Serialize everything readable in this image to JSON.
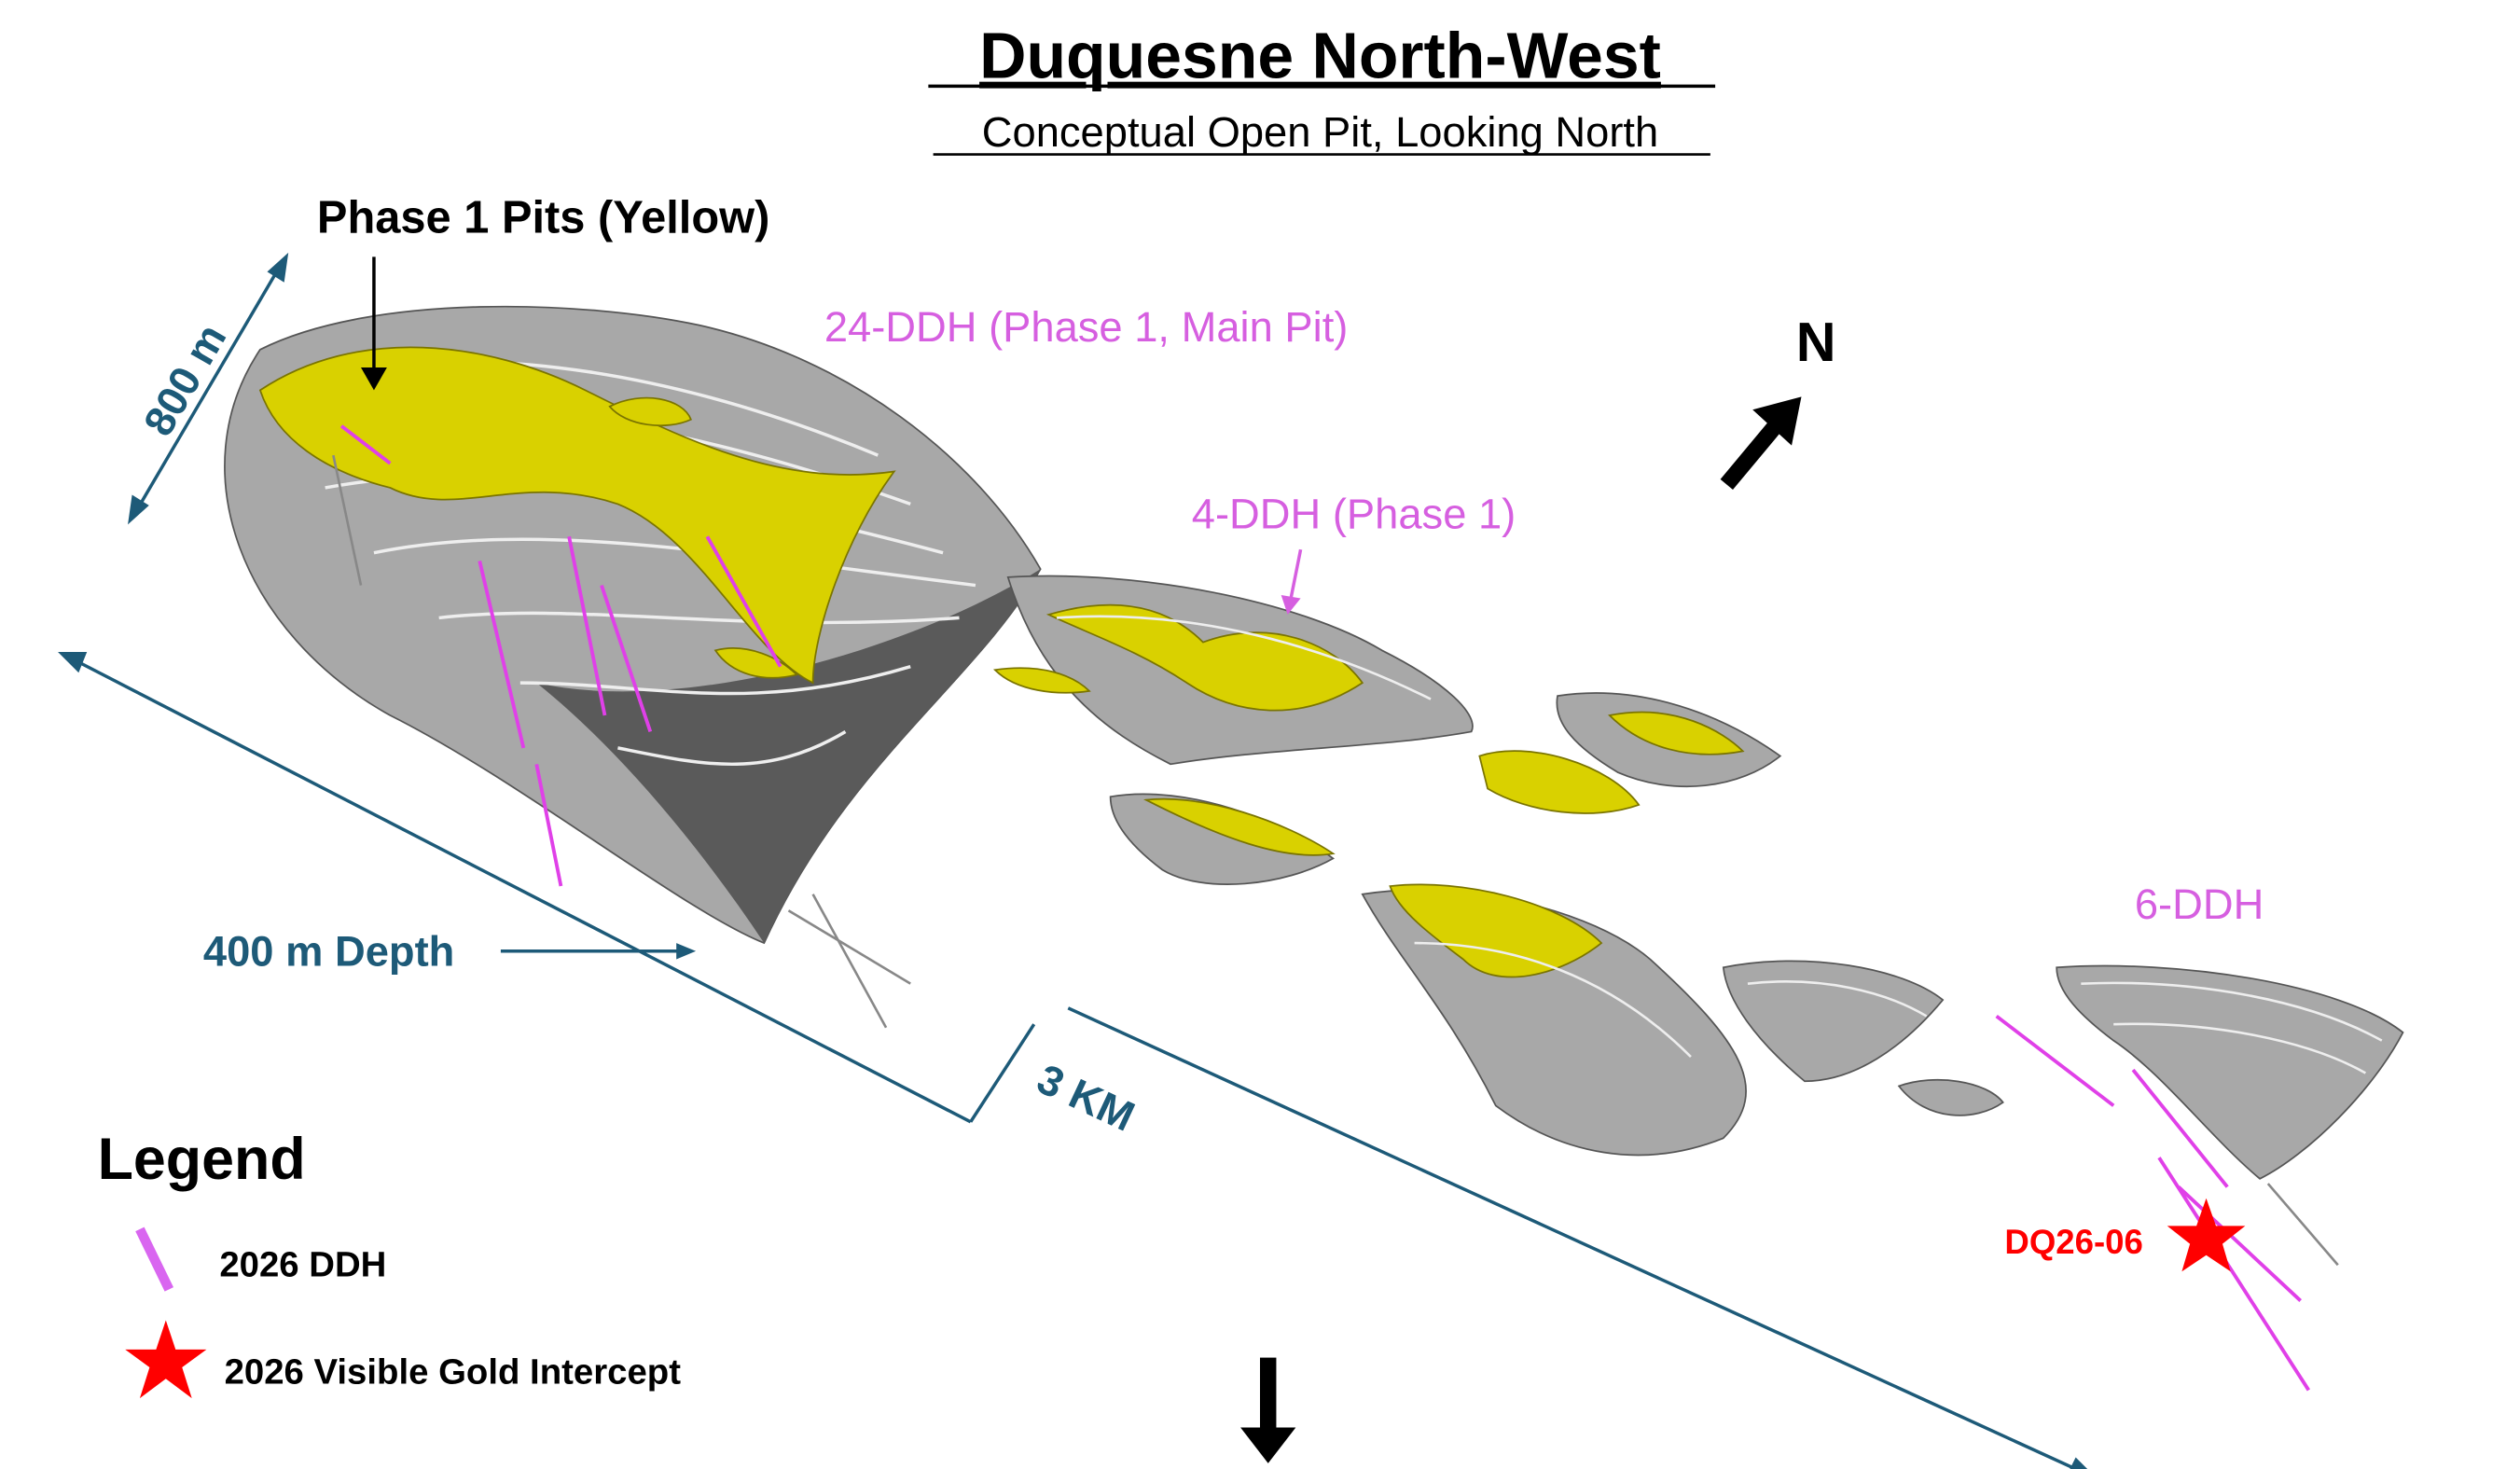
{
  "title": "Duquesne North-West",
  "subtitle": "Conceptual Open Pit, Looking North",
  "annotations": {
    "phase1_pits": "Phase 1 Pits (Yellow)",
    "ddh_main": "24-DDH (Phase 1, Main Pit)",
    "ddh_phase1": "4-DDH (Phase 1)",
    "ddh_east": "6-DDH",
    "width_scale": "800 m",
    "length_scale": "3 KM",
    "depth": "400 m Depth",
    "north": "N",
    "intercept_label": "DQ26-06"
  },
  "legend": {
    "title": "Legend",
    "items": [
      {
        "label": "2026 DDH",
        "icon": "drill-hole-line-icon"
      },
      {
        "label": "2026 Visible Gold Intercept",
        "icon": "star-icon"
      }
    ]
  },
  "colors": {
    "ddh": "#e040e8",
    "legend_ddh": "#d966f0",
    "label_magenta": "#d65fe0",
    "scale_blue": "#1d5a78",
    "star_red": "#ff0000",
    "phase1_yellow": "#d9d100",
    "pit_grey": "#9a9a9a"
  }
}
